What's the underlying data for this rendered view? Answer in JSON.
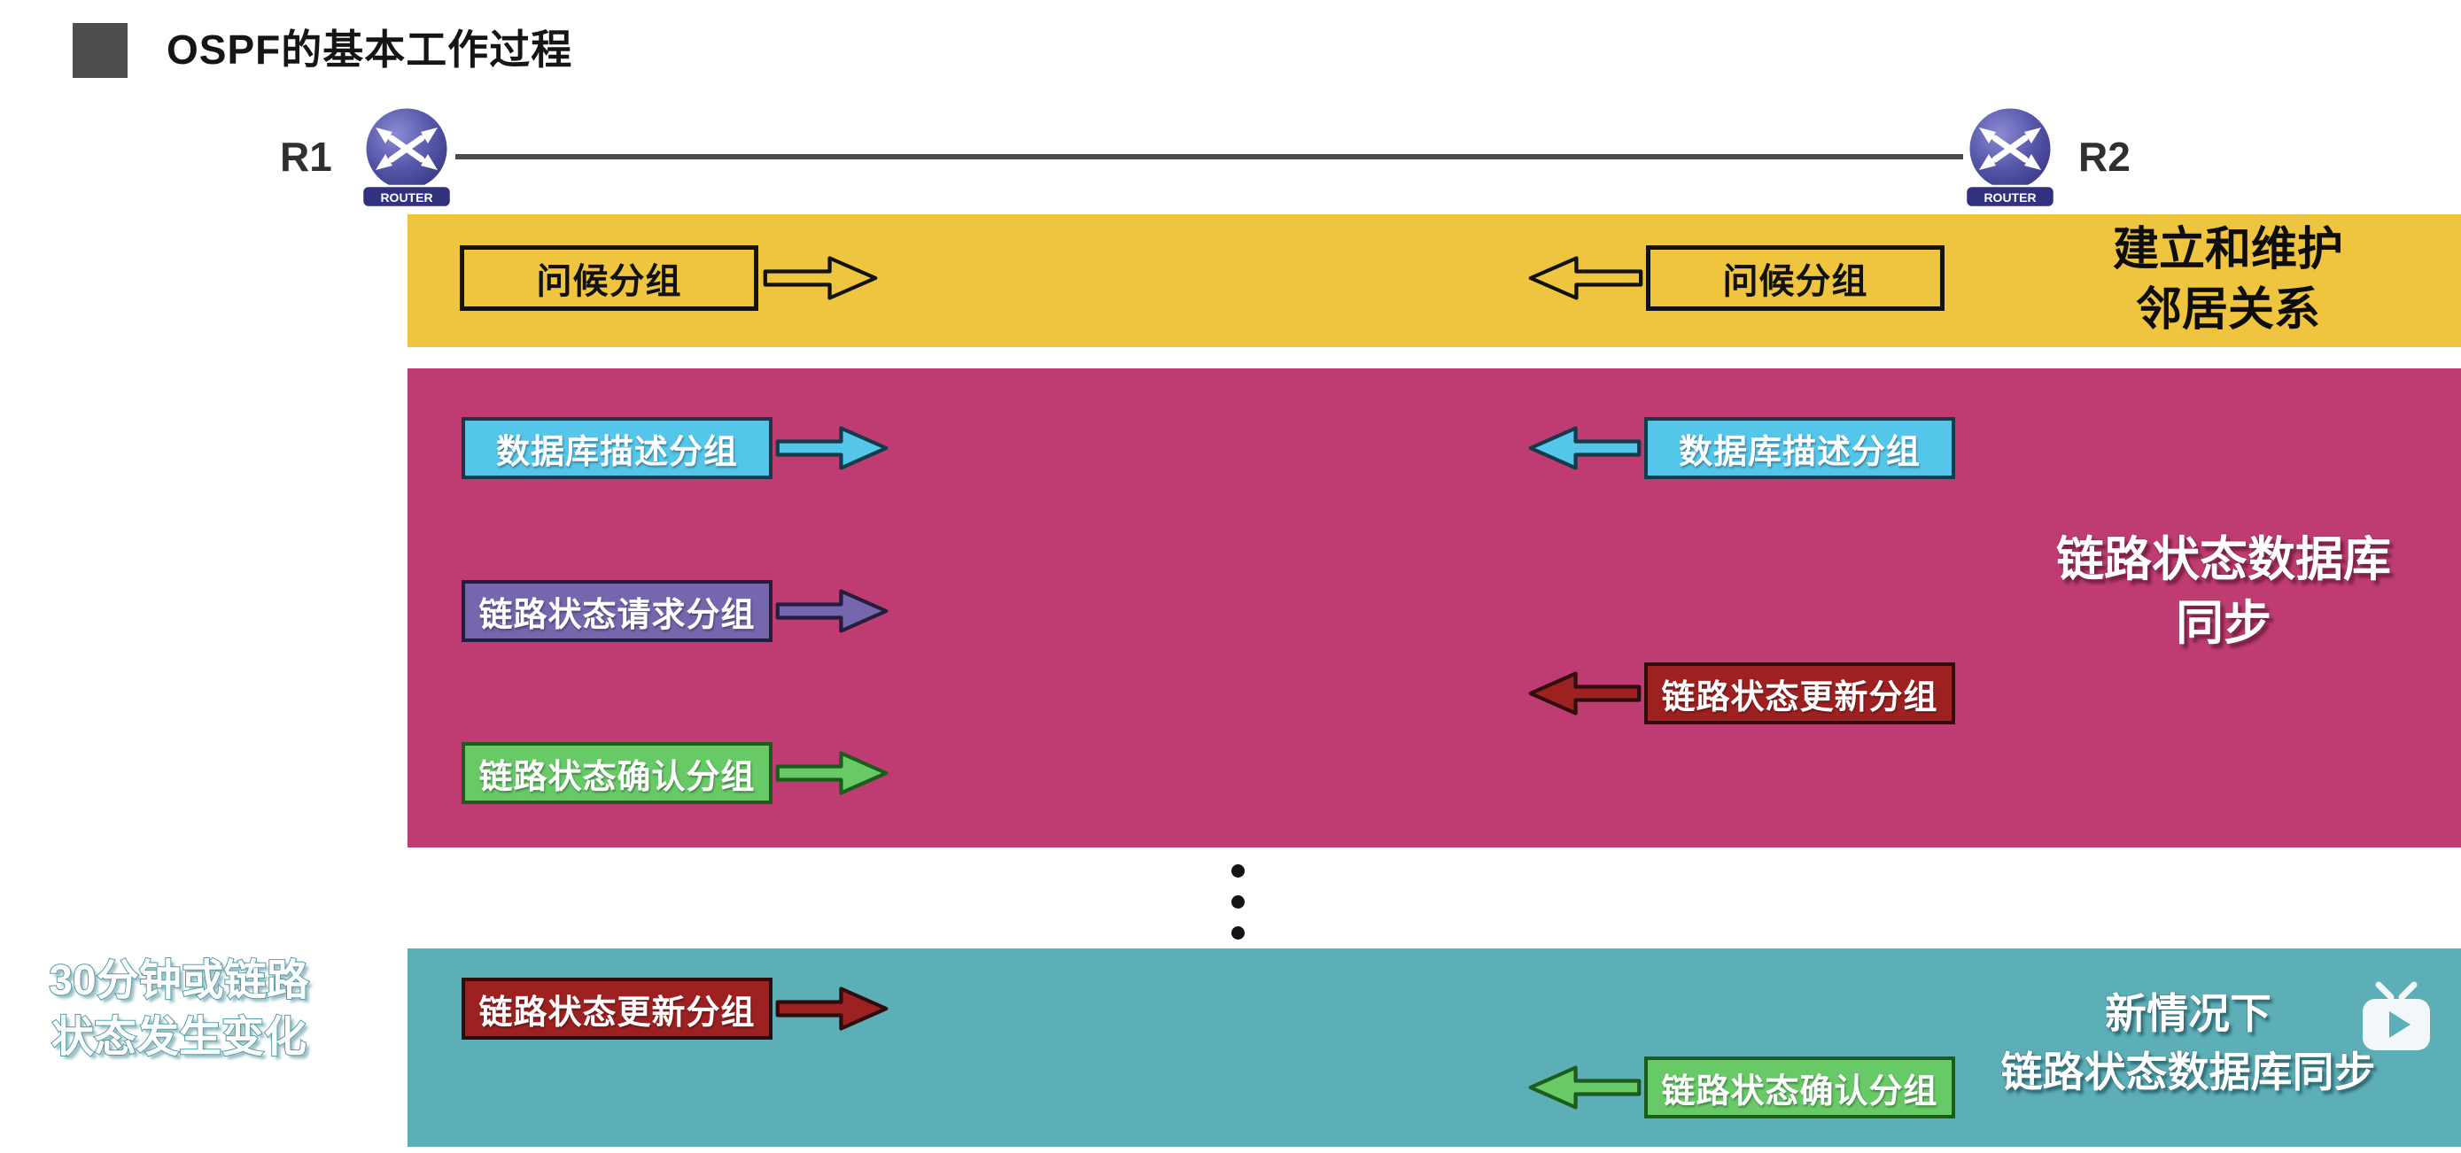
{
  "header": {
    "title": "OSPF的基本工作过程"
  },
  "topology": {
    "left_router_label": "R1",
    "right_router_label": "R2",
    "router_caption": "ROUTER"
  },
  "hello_band": {
    "left_packet": "问候分组",
    "right_packet": "问候分组",
    "purpose_line1": "建立和维护",
    "purpose_line2": "邻居关系"
  },
  "sync_band": {
    "dd_left_packet": "数据库描述分组",
    "dd_right_packet": "数据库描述分组",
    "lsr_packet": "链路状态请求分组",
    "lsu_packet": "链路状态更新分组",
    "lsack_packet": "链路状态确认分组",
    "purpose_line1": "链路状态数据库",
    "purpose_line2": "同步"
  },
  "update_band": {
    "trigger_line1": "30分钟或链路",
    "trigger_line2": "状态发生变化",
    "lsu_packet": "链路状态更新分组",
    "lsack_packet": "链路状态确认分组",
    "purpose_line1": "新情况下",
    "purpose_line2": "链路状态数据库同步"
  },
  "colors": {
    "hello_band_bg": "#EFC53F",
    "sync_band_bg": "#BE3C72",
    "update_band_bg": "#5CAEB7",
    "hello_packet_border": "#121212",
    "dd_packet_bg": "#54C6E9",
    "lsr_packet_bg": "#7566AD",
    "lsu_packet_bg": "#9E2121",
    "lsack_packet_bg": "#68C967",
    "router_icon_color": "#4B4B9E"
  }
}
